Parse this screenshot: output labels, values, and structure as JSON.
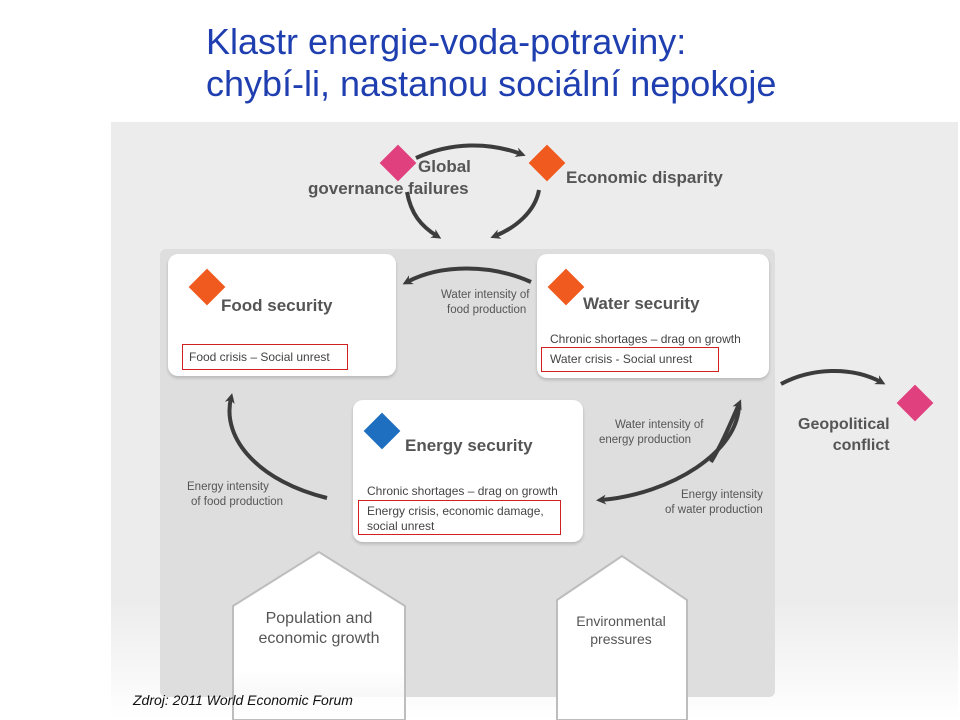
{
  "title": {
    "line1": "Klastr energie-voda-potraviny:",
    "line2": "chybí-li, nastanou sociální nepokoje"
  },
  "colors": {
    "title": "#1f3fb0",
    "pink": "#e0407e",
    "orange": "#f05a1e",
    "blue": "#1f6fc0",
    "red_box": "#d02020"
  },
  "nodes": {
    "global_governance": {
      "line1": "Global",
      "line2": "governance failures"
    },
    "economic_disparity": {
      "label": "Economic disparity"
    },
    "geopolitical": {
      "line1": "Geopolitical",
      "line2": "conflict"
    },
    "food": {
      "label": "Food security",
      "highlight": "Food crisis – Social unrest"
    },
    "water": {
      "label": "Water security",
      "note": "Chronic shortages – drag on growth",
      "highlight": "Water crisis - Social unrest"
    },
    "energy": {
      "label": "Energy security",
      "note": "Chronic shortages – drag on growth",
      "highlight_line1": "Energy crisis, economic damage,",
      "highlight_line2": "social unrest"
    },
    "population": {
      "line1": "Population and",
      "line2": "economic growth"
    },
    "environmental": {
      "line1": "Environmental",
      "line2": "pressures"
    }
  },
  "links": {
    "water_to_food": {
      "line1": "Water intensity of",
      "line2": "food production"
    },
    "water_energy": {
      "line1": "Water intensity of",
      "line2": "energy production"
    },
    "energy_water": {
      "line1": "Energy intensity",
      "line2": "of water production"
    },
    "energy_food": {
      "line1": "Energy intensity",
      "line2": "of food production"
    }
  },
  "source": "Zdroj:  2011 World Economic Forum"
}
